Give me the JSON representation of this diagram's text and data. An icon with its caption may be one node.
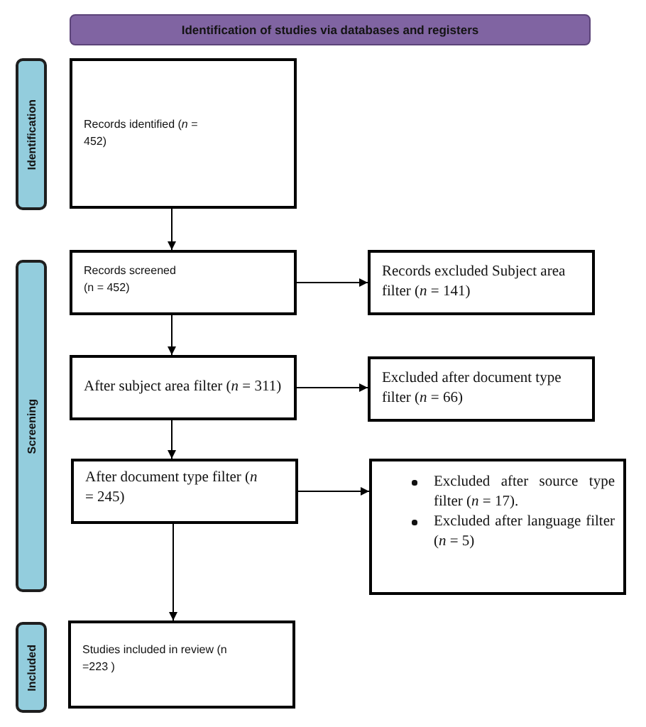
{
  "diagram": {
    "nodes": [
      {
        "text": [
          "Identification of studies via databases and registers"
        ]
      },
      {
        "text": [
          "Identification"
        ]
      },
      {
        "text": [
          "Screening"
        ]
      },
      {
        "text": [
          "Included"
        ]
      },
      {
        "text": [
          "Records identified (*n* = 452)"
        ]
      },
      {
        "text": [
          "Records screened (n = 452)"
        ]
      },
      {
        "text": [
          "Records excluded Subject area filter (*n* = 141)"
        ]
      },
      {
        "text": [
          "After subject area filter (*n* = 311)"
        ]
      },
      {
        "text": [
          "Excluded after document type filter (*n* = 66)"
        ]
      },
      {
        "text": [
          "After document type filter (*n* = 245)"
        ]
      },
      {
        "text": [
          "Excluded after source type filter (*n* = 17).",
          "Excluded after language filter (*n* = 5)"
        ]
      },
      {
        "text": [
          "Studies included in review (n =223 )"
        ]
      }
    ],
    "edges": [
      {
        "from": 4,
        "to": 5,
        "arrow": "to"
      },
      {
        "from": 5,
        "to": 7,
        "arrow": "to"
      },
      {
        "from": 7,
        "to": 9,
        "arrow": "to"
      },
      {
        "from": 9,
        "to": 11,
        "arrow": "to"
      },
      {
        "from": 5,
        "to": 6,
        "arrow": "to"
      },
      {
        "from": 7,
        "to": 8,
        "arrow": "to"
      },
      {
        "from": 9,
        "to": 10,
        "arrow": "to"
      }
    ]
  }
}
